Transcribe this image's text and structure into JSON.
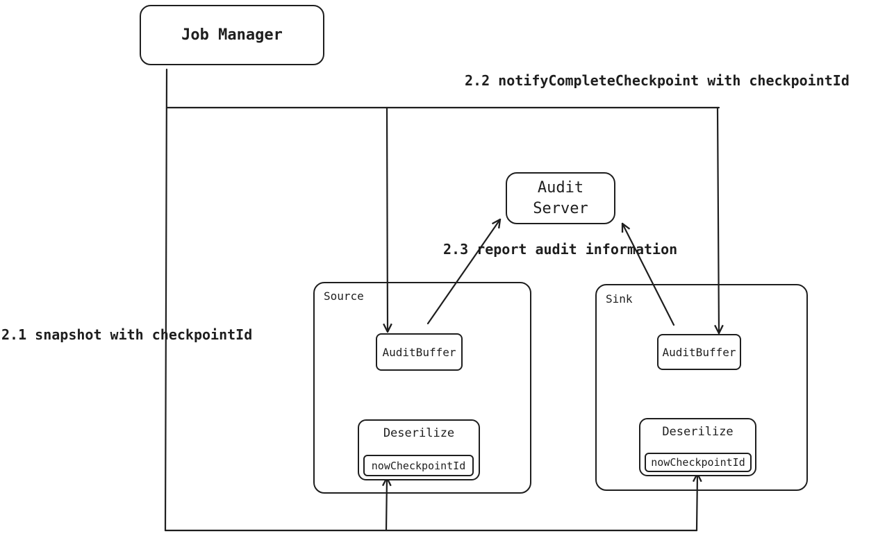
{
  "job_manager": {
    "label": "Job Manager"
  },
  "audit_server": {
    "line1": "Audit",
    "line2": "Server"
  },
  "edges": {
    "notify": "2.2 notifyCompleteCheckpoint with checkpointId",
    "snapshot": "2.1 snapshot with checkpointId",
    "report": "2.3 report audit information"
  },
  "source": {
    "title": "Source",
    "buffer": "AuditBuffer",
    "deserialize": "Deserilize",
    "checkpoint": "nowCheckpointId"
  },
  "sink": {
    "title": "Sink",
    "buffer": "AuditBuffer",
    "deserialize": "Deserilize",
    "checkpoint": "nowCheckpointId"
  },
  "colors": {
    "stroke": "#1e1e1e",
    "background": "#ffffff"
  }
}
